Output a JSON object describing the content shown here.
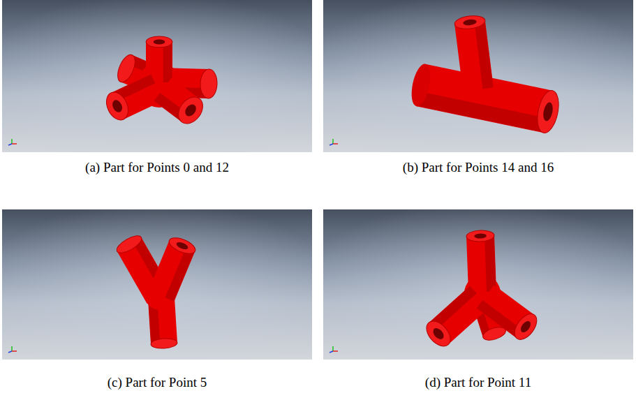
{
  "diagram": {
    "labels": [
      "(a) Part for Points 0 and 12",
      "(b) Part for Points 14 and 16",
      "(c) Part for Point 5",
      "(d) Part for Point 11"
    ]
  }
}
